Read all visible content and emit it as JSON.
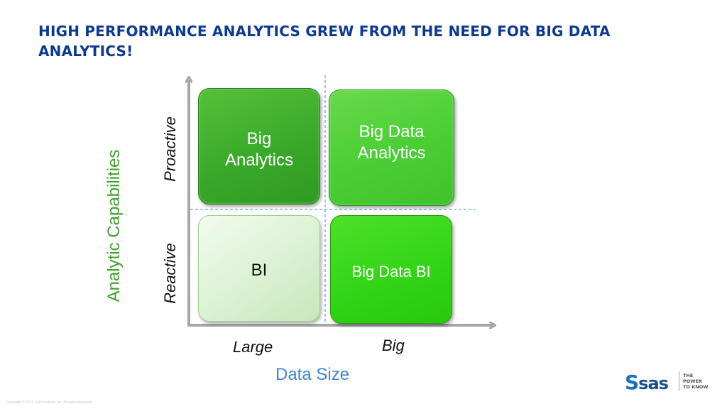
{
  "slide": {
    "title": "HIGH PERFORMANCE ANALYTICS GREW FROM THE NEED FOR BIG DATA ANALYTICS!",
    "copyright": "Copyright © 2012, SAS Institute Inc. All rights reserved."
  },
  "diagram": {
    "y_axis_title": "Analytic Capabilities",
    "x_axis_title": "Data Size",
    "rows": {
      "top": "Proactive",
      "bottom": "Reactive"
    },
    "columns": {
      "left": "Large",
      "right": "Big"
    },
    "quadrants": {
      "top_left": {
        "line1": "Big",
        "line2": "Analytics"
      },
      "top_right": {
        "line1": "Big Data",
        "line2": "Analytics"
      },
      "bottom_left": {
        "line1": "BI"
      },
      "bottom_right": {
        "line1": "Big Data BI"
      }
    },
    "colors": {
      "title": "#0d3a8c",
      "y_axis_title": "#3fa02e",
      "x_axis_title": "#3d86d8",
      "axis": "#a6a6a6",
      "divider": "#3b8fd0"
    }
  },
  "logo": {
    "brand": "sas",
    "tagline_1": "THE",
    "tagline_2": "POWER",
    "tagline_3": "TO KNOW."
  }
}
